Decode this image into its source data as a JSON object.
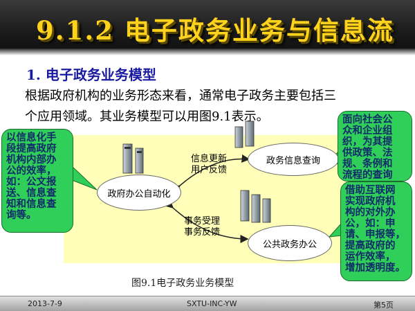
{
  "slide": {
    "title": "9.1.2 电子政务业务与信息流",
    "subheading": "1. 电子政务业务模型",
    "paragraph_lines": [
      "根据政府机构的业务形态来看，通常电子政务主要包括三",
      "个应用领域。其业务模型可以用图9.1表示。"
    ],
    "caption": "图9.1电子政务业务模型"
  },
  "diagram": {
    "gov_node": "政府办公自动化",
    "info_node": "政务信息查询",
    "public_node": "公共政务办公",
    "upper_arrow_labels": [
      "信息更新",
      "用户反馈"
    ],
    "lower_arrow_labels": [
      "事务受理",
      "事务反馈"
    ]
  },
  "callouts": {
    "left_lines": [
      "以信息化手",
      "段提高政府",
      "机构内部办",
      "公的效率，",
      "如：公文报",
      "送、信息查",
      "知和信息查",
      "询等。"
    ],
    "right_top_lines": [
      "面向社会公",
      "众和企业组",
      "织，为其提",
      "供政策、法",
      "规、条例和",
      "流程的查询"
    ],
    "right_bottom_lines": [
      "借助互联网",
      "实现政府机",
      "构的对外办",
      "公，如：申",
      "请、申报等，",
      "提高政府的",
      "运作效率，",
      "增加透明度。"
    ]
  },
  "footer": {
    "date": "2013-7-9",
    "org": "SXTU-INC-YW",
    "page": "第5页"
  },
  "colors": {
    "title_text": "#ffd21e",
    "callout": "#2fcf5a",
    "band": "#ffffb9",
    "subhead": "#1a1aa0"
  }
}
